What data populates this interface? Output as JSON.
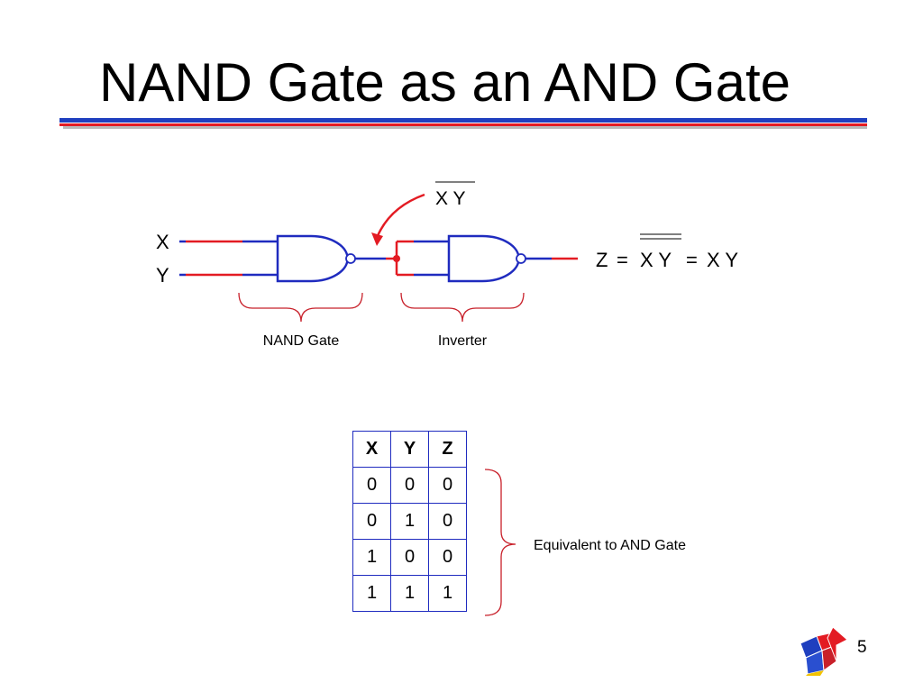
{
  "slide": {
    "title": "NAND Gate as an AND Gate",
    "page_number": "5"
  },
  "diagram": {
    "input_x": "X",
    "input_y": "Y",
    "nand_output_label": "X Y",
    "nand_output_overbar": true,
    "nand_gate_caption": "NAND Gate",
    "inverter_caption": "Inverter",
    "equation": {
      "lhs": "Z",
      "equals": "=",
      "middle": "X Y",
      "middle_double_overbar": true,
      "rhs": "X Y"
    },
    "table_brace_label": "Equivalent to AND Gate"
  },
  "truth_table": {
    "headers": [
      "X",
      "Y",
      "Z"
    ],
    "rows": [
      [
        "0",
        "0",
        "0"
      ],
      [
        "0",
        "1",
        "0"
      ],
      [
        "1",
        "0",
        "0"
      ],
      [
        "1",
        "1",
        "1"
      ]
    ]
  },
  "colors": {
    "wire_red": "#e31b23",
    "gate_blue": "#1f2bbf",
    "title_rule_blue": "#1f3fbf",
    "title_rule_red": "#e31b23"
  }
}
